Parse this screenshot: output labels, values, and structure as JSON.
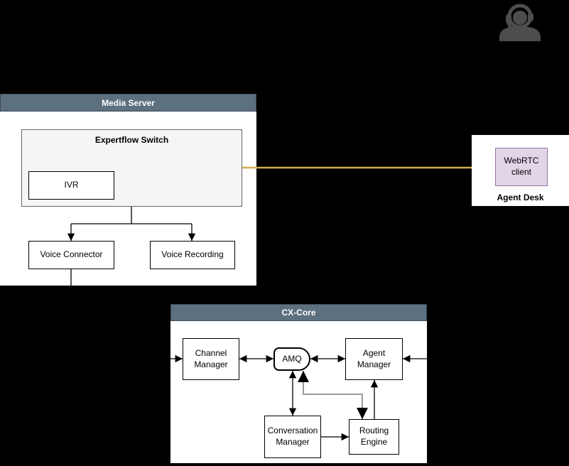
{
  "media_server": {
    "title": "Media Server",
    "expertflow_switch_label": "Expertflow Switch",
    "ivr_label": "IVR",
    "voice_connector_label": "Voice Connector",
    "voice_recording_label": "Voice Recording"
  },
  "agent_desk": {
    "title": "Agent Desk",
    "webrtc_client_label": "WebRTC client"
  },
  "cx_core": {
    "title": "CX-Core",
    "channel_manager_label": "Channel Manager",
    "amq_label": "AMQ",
    "agent_manager_label": "Agent Manager",
    "conversation_manager_label": "Conversation Manager",
    "routing_engine_label": "Routing Engine"
  },
  "icons": {
    "agent_headset": "headset-agent-icon"
  },
  "colors": {
    "background": "#000000",
    "section_header_fill": "#5d7080",
    "section_header_border": "#3d4a56",
    "section_header_text": "#ffffff",
    "switch_fill": "#f5f5f5",
    "switch_border": "#666666",
    "node_fill": "#ffffff",
    "node_border": "#000000",
    "webrtc_fill": "#e1d5e7",
    "webrtc_border": "#9673a6",
    "media_arrow": "#d0ae4f",
    "gray_link": "#999999",
    "agent_icon_fill": "#4d4d4d"
  }
}
